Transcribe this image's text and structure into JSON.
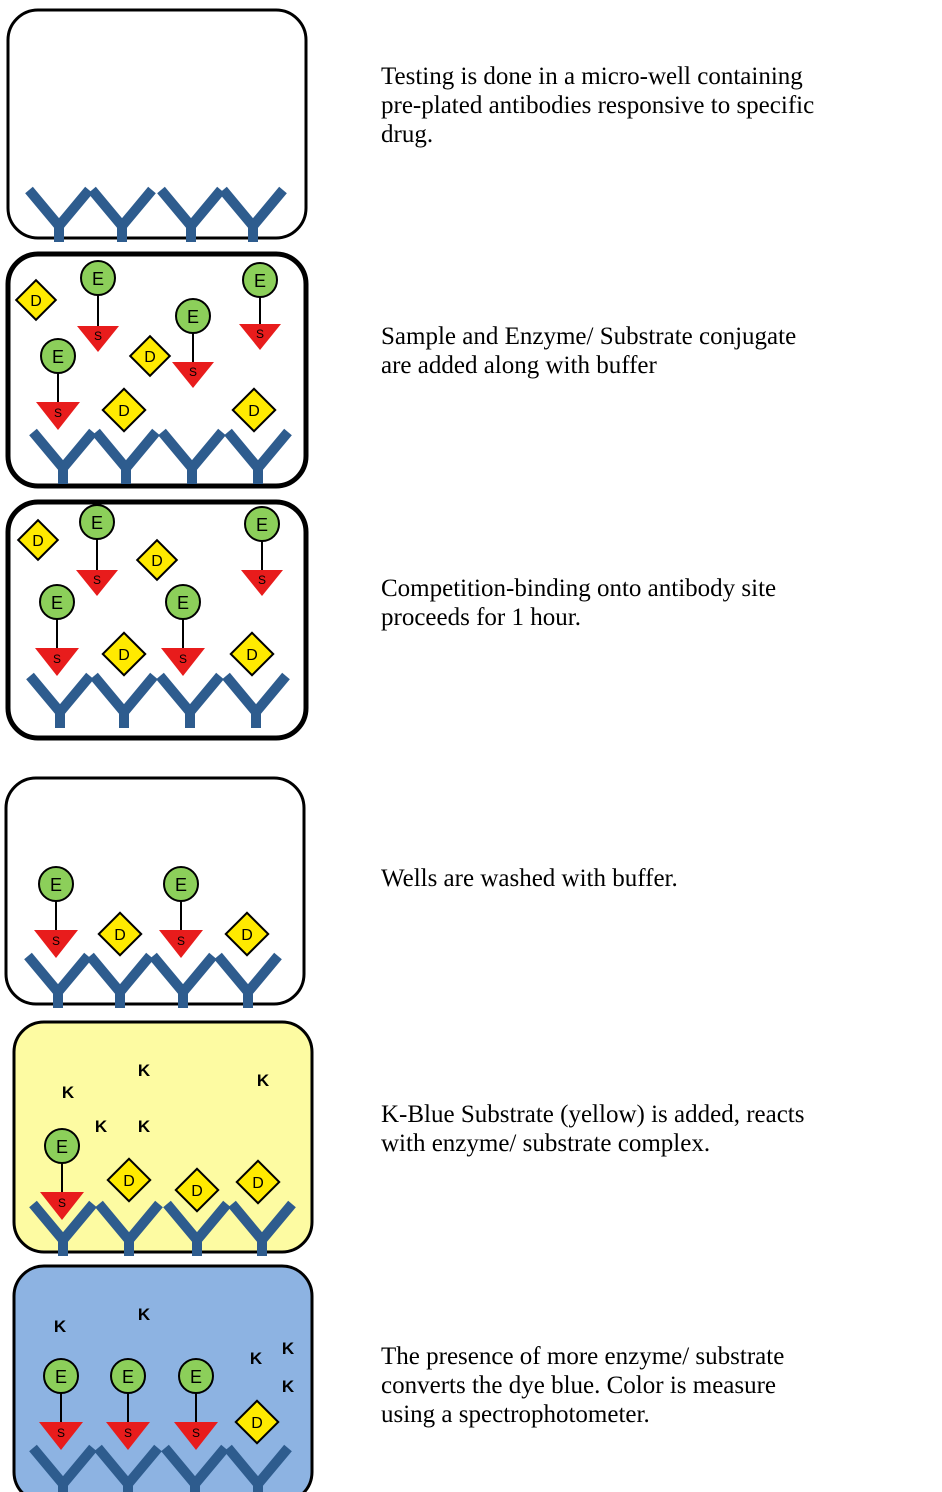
{
  "colors": {
    "antibody": "#2e5c8e",
    "enzyme_fill": "#8ccf5a",
    "drug_fill": "#ffea00",
    "substrate_fill": "#e81c1c",
    "kblue_well": "#fdfba2",
    "blue_well": "#8db3e2",
    "outline": "#000000"
  },
  "labels": {
    "enzyme": "E",
    "drug": "D",
    "substrate": "S",
    "kblue": "K"
  },
  "steps": [
    {
      "lines": [
        "Testing is done in a micro-well containing",
        "pre-plated antibodies responsive to specific",
        "drug."
      ]
    },
    {
      "lines": [
        "Sample and Enzyme/ Substrate conjugate",
        "are added along with buffer"
      ]
    },
    {
      "lines": [
        "Competition-binding onto antibody site",
        "proceeds for 1 hour."
      ]
    },
    {
      "lines": [
        "Wells are washed with buffer."
      ]
    },
    {
      "lines": [
        "K-Blue Substrate (yellow) is added, reacts",
        "with enzyme/ substrate complex."
      ]
    },
    {
      "lines": [
        "The presence of more enzyme/ substrate",
        "converts the dye blue. Color is measure",
        "using a spectrophotometer."
      ]
    }
  ]
}
